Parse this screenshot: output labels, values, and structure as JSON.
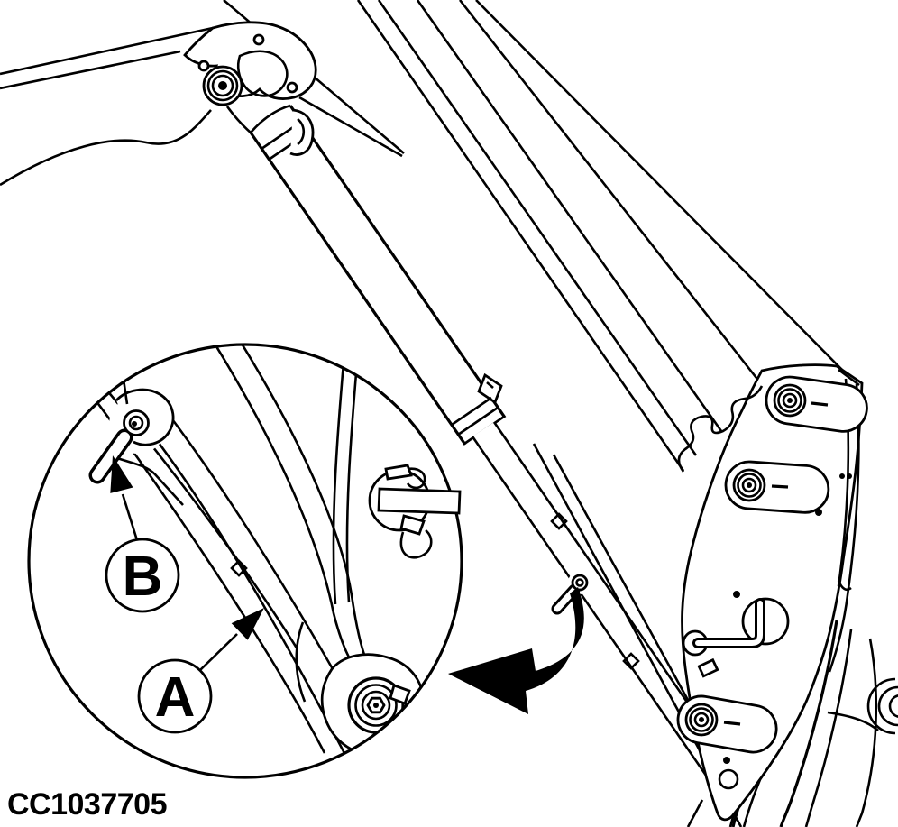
{
  "figure": {
    "background_color": "#ffffff",
    "line_color": "#000000",
    "code": "CC1037705",
    "detail_view": {
      "callout_a": "A",
      "callout_b": "B"
    }
  }
}
